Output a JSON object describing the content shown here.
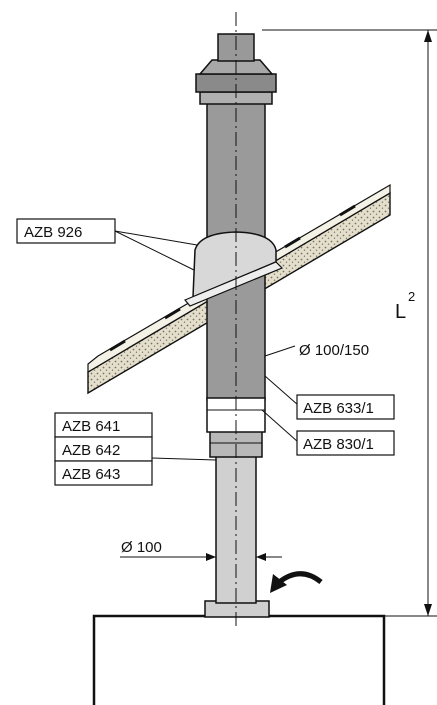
{
  "labels": {
    "azb926": "AZB 926",
    "dia100_150": "Ø 100/150",
    "azb633": "AZB 633/1",
    "azb830": "AZB 830/1",
    "azb641": "AZB 641",
    "azb642": "AZB 642",
    "azb643": "AZB 643",
    "dia100": "Ø 100",
    "l2_main": "L",
    "l2_sub": "2"
  },
  "colors": {
    "pipe_fill": "#9a9a9a",
    "pipe_light": "#c8c8c8",
    "insulation": "#d9d3c0",
    "stroke": "#111111"
  }
}
